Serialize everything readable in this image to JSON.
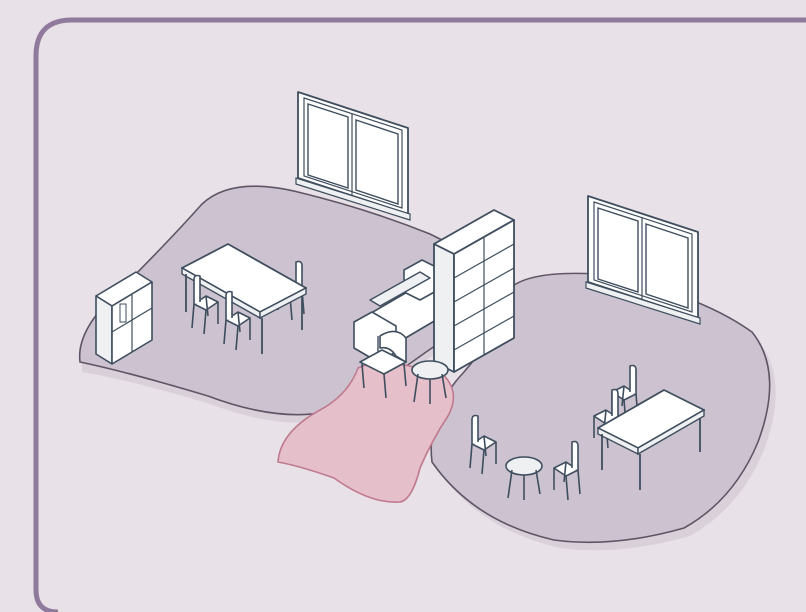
{
  "colors": {
    "background": "#e8e1e7",
    "frame_border": "#8f7a9c",
    "zone_fill": "#cdc3d0",
    "zone_fill_light": "#d9d0da",
    "zone_outline": "#5e5666",
    "path_fill": "#e5bfca",
    "path_outline": "#c07a8f",
    "furniture_line": "#3f4e5e",
    "furniture_fill": "#ffffff",
    "furniture_shade": "#eef0f2",
    "window_fill": "#ffffff"
  },
  "scene": {
    "zones": [
      "left-zone",
      "right-zone",
      "connecting-path"
    ],
    "icons": [
      "window-icon",
      "window-icon",
      "bookcase-icon",
      "low-cabinet-icon",
      "dining-table-icon",
      "table-icon",
      "sofa-icon",
      "chair-icon",
      "armchair-icon",
      "round-stool-icon",
      "round-table-icon"
    ]
  }
}
